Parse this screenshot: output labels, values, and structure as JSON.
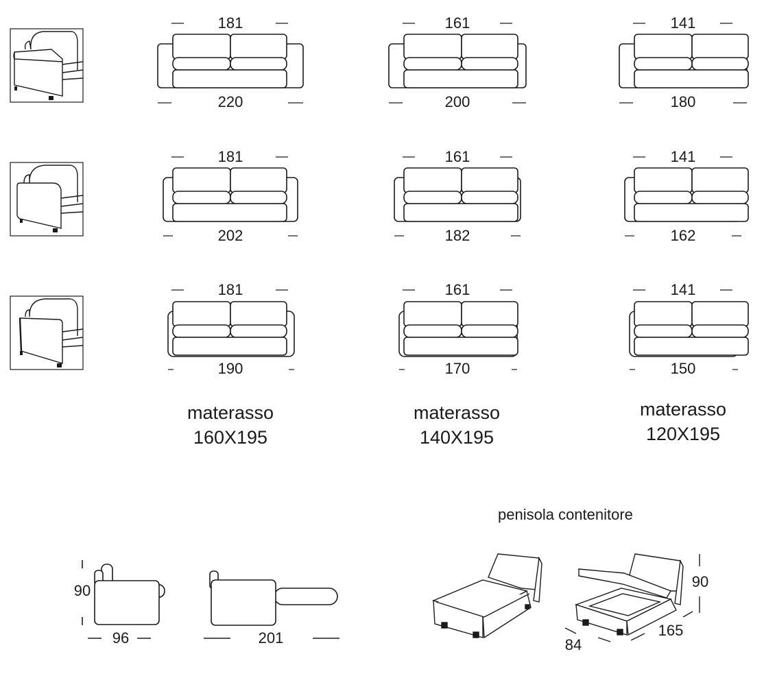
{
  "rows": [
    {
      "tops": [
        "181",
        "161",
        "141"
      ],
      "bottoms": [
        "220",
        "200",
        "180"
      ]
    },
    {
      "tops": [
        "181",
        "161",
        "141"
      ],
      "bottoms": [
        "202",
        "182",
        "162"
      ]
    },
    {
      "tops": [
        "181",
        "161",
        "141"
      ],
      "bottoms": [
        "190",
        "170",
        "150"
      ]
    }
  ],
  "mattress": [
    {
      "label": "materasso",
      "size": "160X195"
    },
    {
      "label": "materasso",
      "size": "140X195"
    },
    {
      "label": "materasso",
      "size": "120X195"
    }
  ],
  "side_view": {
    "height": "90",
    "depth": "96",
    "open_length": "201"
  },
  "chaise": {
    "title": "penisola contenitore",
    "height": "90",
    "width": "84",
    "length": "165"
  }
}
